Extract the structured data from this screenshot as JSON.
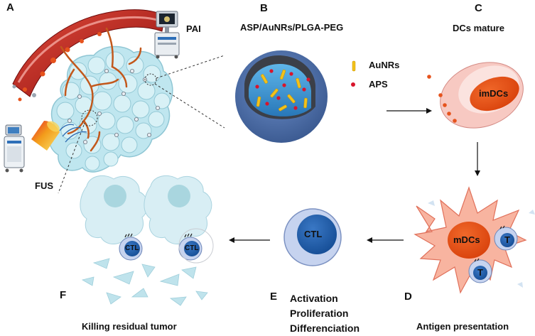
{
  "panels": {
    "a": {
      "letter": "A",
      "pai_label": "PAI",
      "fus_label": "FUS"
    },
    "b": {
      "letter": "B",
      "title": "ASP/AuNRs/PLGA-PEG",
      "legend_aunrs": "AuNRs",
      "legend_aps": "APS"
    },
    "c": {
      "letter": "C",
      "title": "DCs mature",
      "cell_label": "imDCs"
    },
    "d": {
      "letter": "D",
      "cell_label": "mDCs",
      "t_label": "T",
      "caption": "Antigen presentation"
    },
    "e": {
      "letter": "E",
      "cell_label": "CTL",
      "caption_lines": [
        "Activation",
        "Proliferation",
        "Differenciation"
      ]
    },
    "f": {
      "letter": "F",
      "ctl_label": "CTL",
      "caption": "Killing residual tumor"
    }
  },
  "colors": {
    "vessel": "#c81c1c",
    "tumor": "#bfe6ef",
    "nanoparticle_outer": "#4f6fa8",
    "nanoparticle_core": "#2f8fd1",
    "aunr": "#f2c21a",
    "aps": "#d8152c",
    "imdc_outer": "#f7c9c2",
    "dc_nucleus": "#e84a16",
    "mdc_body": "#f8a48c",
    "lymph_nucleus": "#1f5fa8",
    "lymph_outer": "#c6d3ef"
  },
  "icons": [
    "pai-machine-icon",
    "fus-machine-icon",
    "fus-transducer-icon"
  ]
}
